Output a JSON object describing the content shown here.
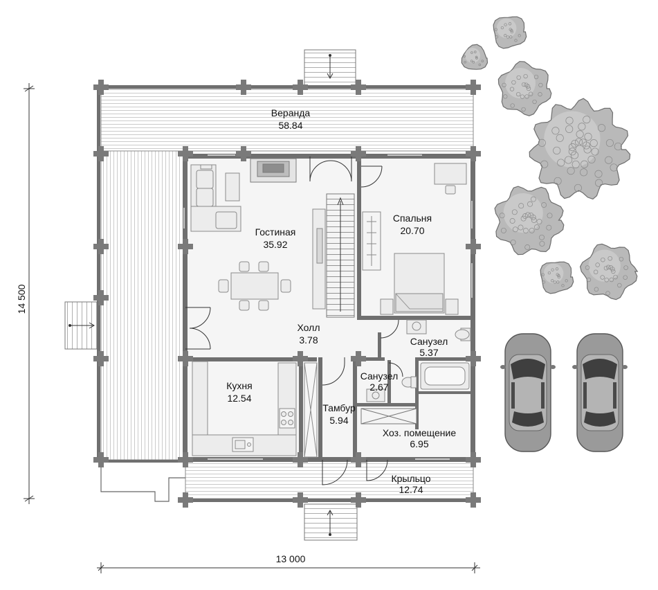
{
  "rooms": {
    "veranda": {
      "name": "Веранда",
      "area": "58.84"
    },
    "living": {
      "name": "Гостиная",
      "area": "35.92"
    },
    "bedroom": {
      "name": "Спальня",
      "area": "20.70"
    },
    "hall": {
      "name": "Холл",
      "area": "3.78"
    },
    "bath1": {
      "name": "Санузел",
      "area": "5.37"
    },
    "kitchen": {
      "name": "Кухня",
      "area": "12.54"
    },
    "bath2": {
      "name": "Санузел",
      "area": "2.67"
    },
    "tambur": {
      "name": "Тамбур",
      "area": "5.94"
    },
    "utility": {
      "name": "Хоз. помещение",
      "area": "6.95"
    },
    "porch": {
      "name": "Крыльцо",
      "area": "12.74"
    }
  },
  "dimensions": {
    "height": "14 500",
    "width": "13 000"
  },
  "colors": {
    "wall": "#6f6f6f",
    "floor": "#f2f2f2",
    "deck_line": "#c4c4c4",
    "tree": "#b5b5b5",
    "car": "#8e8e8e"
  }
}
